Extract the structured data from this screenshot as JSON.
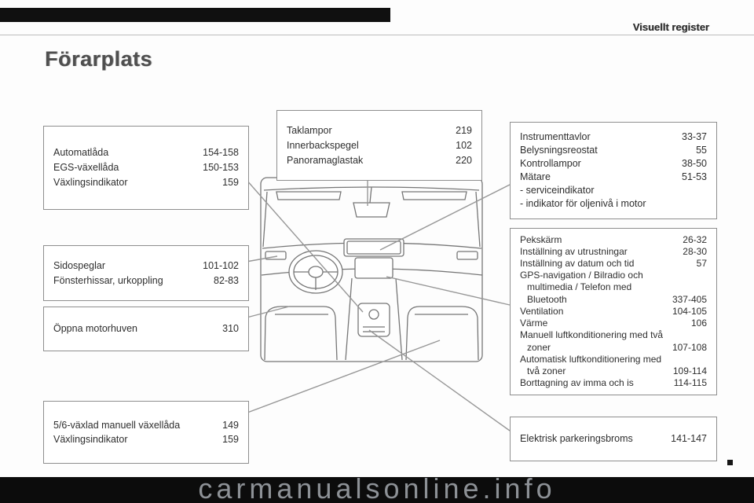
{
  "header": {
    "section": "Visuellt register"
  },
  "page_title": "Förarplats",
  "watermark": "carmanualsonline.info",
  "colors": {
    "band": "#0c0c0c",
    "box_border": "#8e8e8e",
    "callout_line": "#979797"
  },
  "boxes": {
    "gearbox_auto": {
      "items": [
        {
          "label": "Automatlåda",
          "page": "154-158"
        },
        {
          "label": "EGS-växellåda",
          "page": "150-153"
        },
        {
          "label": "Växlingsindikator",
          "page": "159"
        }
      ]
    },
    "roof": {
      "items": [
        {
          "label": "Taklampor",
          "page": "219"
        },
        {
          "label": "Innerbackspegel",
          "page": "102"
        },
        {
          "label": "Panoramaglastak",
          "page": "220"
        }
      ]
    },
    "instruments": {
      "items": [
        {
          "label": "Instrumenttavlor",
          "page": "33-37"
        },
        {
          "label": "Belysningsreostat",
          "page": "55"
        },
        {
          "label": "Kontrollampor",
          "page": "38-50"
        },
        {
          "label": "Mätare",
          "page": "51-53"
        },
        {
          "label": "-  serviceindikator",
          "page": ""
        },
        {
          "label": "-  indikator för oljenivå i motor",
          "page": ""
        }
      ]
    },
    "mirrors": {
      "items": [
        {
          "label": "Sidospeglar",
          "page": "101-102"
        },
        {
          "label": "Fönsterhissar, urkoppling",
          "page": "82-83"
        }
      ]
    },
    "hood": {
      "items": [
        {
          "label": "Öppna motorhuven",
          "page": "310"
        }
      ]
    },
    "touchscreen": {
      "items": [
        {
          "label": "Pekskärm",
          "page": "26-32"
        },
        {
          "label": "Inställning av utrustningar",
          "page": "28-30"
        },
        {
          "label": "Inställning av datum och tid",
          "page": "57"
        },
        {
          "label": "GPS-navigation / Bilradio och multimedia / Telefon med Bluetooth",
          "page": "337-405"
        },
        {
          "label": "Ventilation",
          "page": "104-105"
        },
        {
          "label": "Värme",
          "page": "106"
        },
        {
          "label": "Manuell luftkonditionering med två zoner",
          "page": "107-108"
        },
        {
          "label": "Automatisk luftkonditionering med två zoner",
          "page": "109-114"
        },
        {
          "label": "Borttagning av imma och is",
          "page": "114-115"
        }
      ]
    },
    "gearbox_manual": {
      "items": [
        {
          "label": "5/6-växlad manuell växellåda",
          "page": "149"
        },
        {
          "label": "Växlingsindikator",
          "page": "159"
        }
      ]
    },
    "parking_brake": {
      "items": [
        {
          "label": "Elektrisk parkeringsbroms",
          "page": "141-147"
        }
      ]
    }
  }
}
